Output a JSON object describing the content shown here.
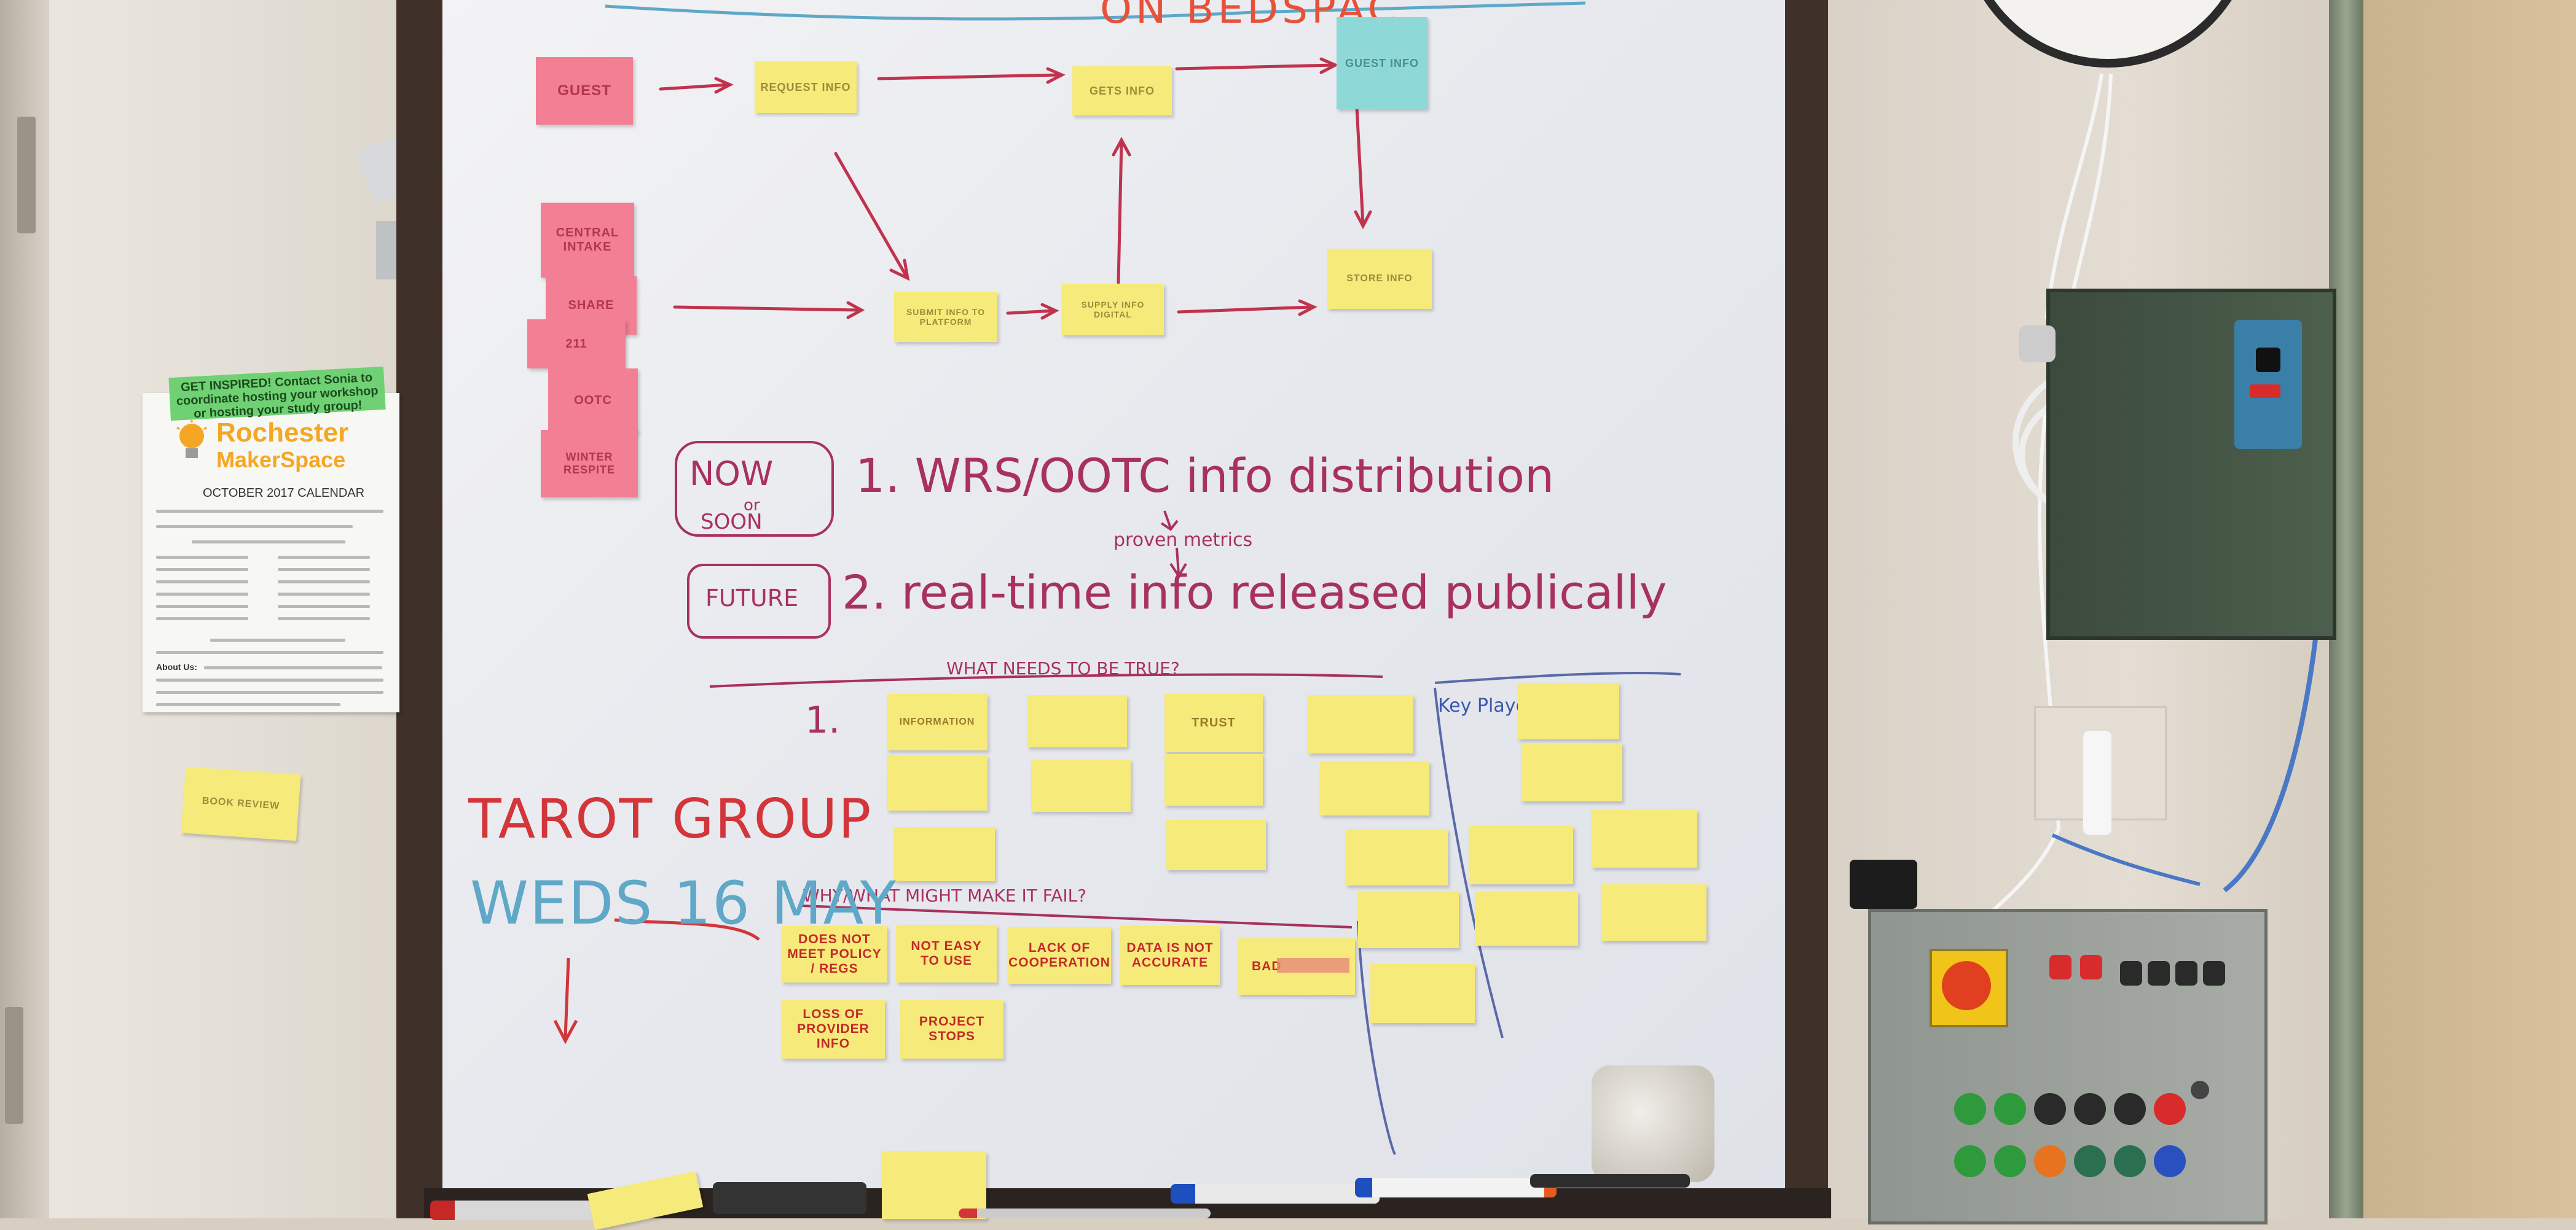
{
  "board": {
    "header_fragment": "ON BEDSPAC",
    "flow_notes": [
      {
        "text": "GUEST",
        "color": "pink"
      },
      {
        "text": "REQUEST INFO",
        "color": "yellow"
      },
      {
        "text": "GETS INFO",
        "color": "yellow"
      },
      {
        "text": "GUEST INFO",
        "color": "blue"
      },
      {
        "text": "CENTRAL INTAKE",
        "color": "pink"
      },
      {
        "text": "SHARE",
        "color": "pink"
      },
      {
        "text": "211",
        "color": "pink"
      },
      {
        "text": "OOTC",
        "color": "pink"
      },
      {
        "text": "WINTER RESPITE",
        "color": "pink"
      },
      {
        "text": "SUBMIT INFO TO PLATFORM",
        "color": "yellow"
      },
      {
        "text": "SUPPLY INFO DIGITAL",
        "color": "yellow"
      },
      {
        "text": "STORE INFO",
        "color": "yellow"
      }
    ],
    "timeline": {
      "now_label": "NOW",
      "or_label": "or",
      "soon_label": "SOON",
      "future_label": "FUTURE",
      "item1": "1. WRS/OOTC info distribution",
      "item2": "2. real-time info released publically",
      "annotation": "proven metrics"
    },
    "true_section": {
      "heading": "WHAT NEEDS TO BE TRUE?",
      "number": "1.",
      "side_label": "Key Players",
      "notes": [
        "INFORMATION",
        "",
        "TRUST",
        "",
        "",
        "",
        "",
        "",
        "",
        "",
        "",
        "",
        "",
        "",
        "",
        "",
        "",
        "",
        "",
        "",
        ""
      ]
    },
    "fail_section": {
      "heading": "WHY/WHAT MIGHT MAKE IT FAIL?",
      "notes": [
        "DOES NOT MEET POLICY / REGS",
        "NOT EASY TO USE",
        "LACK OF COOPERATION",
        "DATA IS NOT ACCURATE",
        "BAD",
        "LOSS OF PROVIDER INFO",
        "PROJECT STOPS"
      ]
    },
    "side_text": {
      "line1": "TAROT GROUP",
      "line2": "WEDS 16 MAY",
      "arrow": "↓"
    }
  },
  "flyer": {
    "banner": "GET INSPIRED! Contact Sonia to coordinate hosting your workshop or hosting your study group!",
    "logo_line1": "Rochester",
    "logo_line2": "MakerSpace",
    "subtitle": "OCTOBER 2017 CALENDAR",
    "about": "About Us:"
  },
  "wall_note": {
    "text": "BOOK REVIEW"
  },
  "colors": {
    "sticky_yellow": "#f6ea7a",
    "sticky_pink": "#f27f94",
    "sticky_blue": "#8fd8d8",
    "marker_magenta": "#a8315f",
    "marker_red": "#d2353a",
    "marker_blue": "#5fa8c7",
    "marker_green": "#3f8d6a"
  }
}
